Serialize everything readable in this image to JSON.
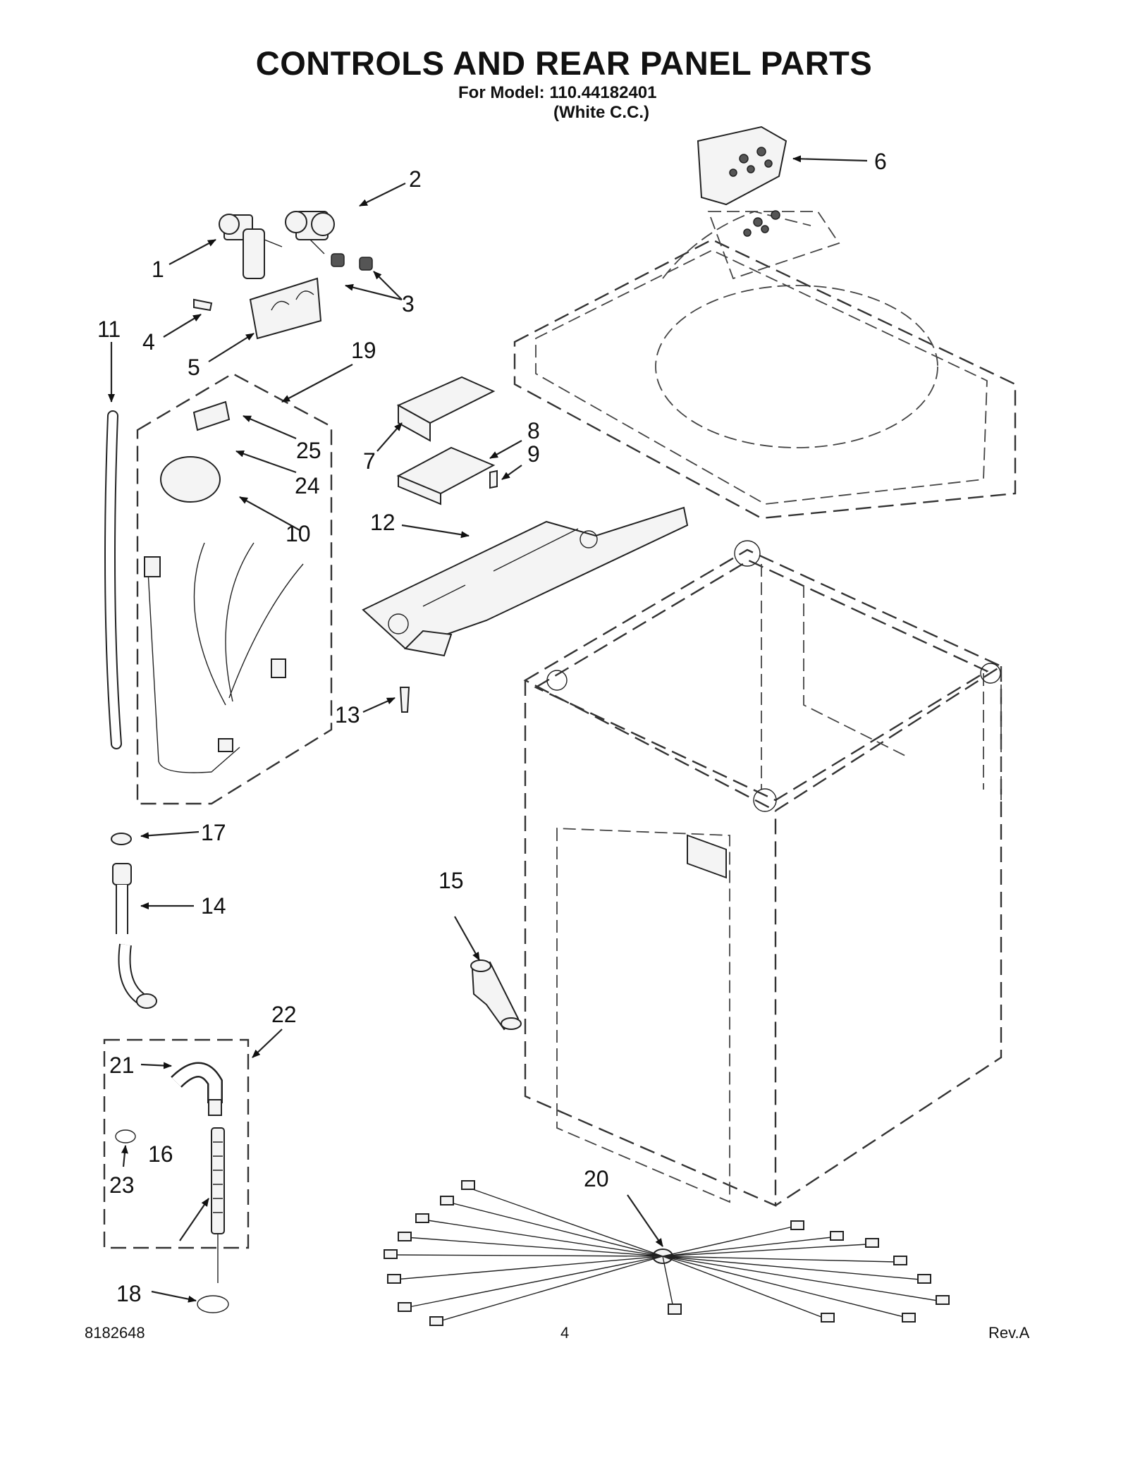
{
  "header": {
    "title": "CONTROLS AND REAR PANEL PARTS",
    "model_line": "For Model: 110.44182401",
    "variant_line": "(White C.C.)"
  },
  "callouts": {
    "c1": "1",
    "c2": "2",
    "c3": "3",
    "c4": "4",
    "c5": "5",
    "c6": "6",
    "c7": "7",
    "c8": "8",
    "c9": "9",
    "c10": "10",
    "c11": "11",
    "c12": "12",
    "c13": "13",
    "c14": "14",
    "c15": "15",
    "c16": "16",
    "c17": "17",
    "c18": "18",
    "c19": "19",
    "c20": "20",
    "c21": "21",
    "c22": "22",
    "c23": "23",
    "c24": "24",
    "c25": "25"
  },
  "footer": {
    "doc_number": "8182648",
    "page_number": "4",
    "revision": "Rev.A"
  }
}
